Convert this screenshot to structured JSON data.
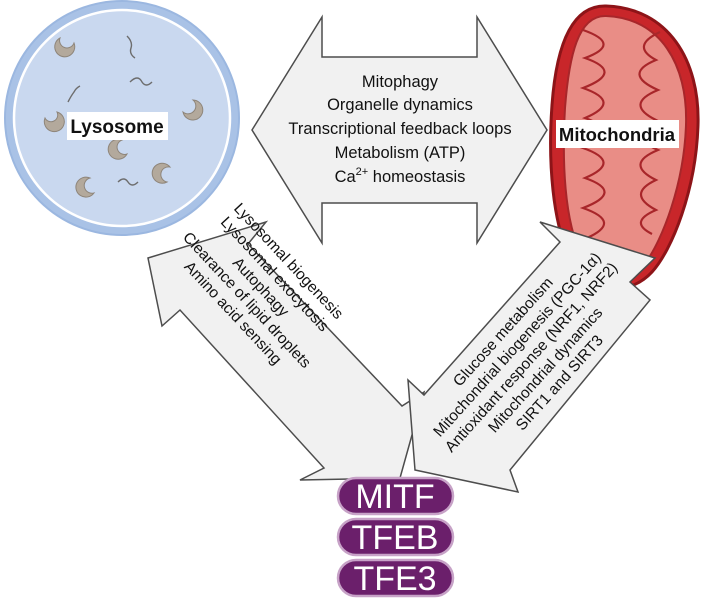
{
  "organelles": {
    "lysosome": {
      "label": "Lysosome"
    },
    "mitochondria": {
      "label": "Mitochondria"
    }
  },
  "top_arrow": {
    "items": [
      "Mitophagy",
      "Organelle dynamics",
      "Transcriptional feedback loops",
      "Metabolism (ATP)"
    ],
    "calcium": {
      "base": "Ca",
      "sup": "2+",
      "rest": " homeostasis"
    }
  },
  "left_arrow": {
    "items": [
      "Lysosomal biogenesis",
      "Lysosomal exocytosis",
      "Autophagy",
      "Clearance of lipid droplets",
      "Amino acid sensing"
    ]
  },
  "right_arrow": {
    "items": [
      "Glucose metabolism",
      "Mitochondrial biogenesis (PGC-1α)",
      "Antioxidant response (NRF1, NRF2)",
      "Mitochondrial dynamics",
      "SIRT1 and SIRT3"
    ]
  },
  "transcription_factors": [
    "MITF",
    "TFEB",
    "TFE3"
  ],
  "colors": {
    "arrow_fill": "#f1f1f1",
    "arrow_stroke": "#4d4d4d",
    "lysosome_fill": "#c9d8ef",
    "lysosome_ring": "#a9c2e6",
    "mito_outer": "#c8262a",
    "mito_inner": "#e98d86",
    "tf_fill": "#6b1f6b",
    "tf_stroke": "#c7a2c7"
  }
}
